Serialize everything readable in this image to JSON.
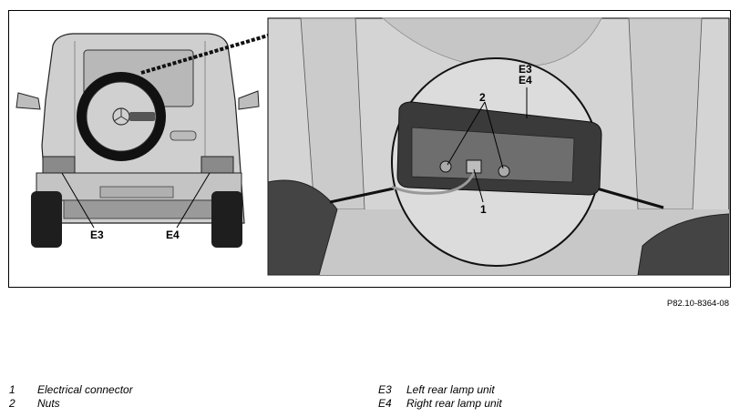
{
  "callouts": {
    "e3_vehicle": "E3",
    "e4_vehicle": "E4",
    "e3_detail": "E3",
    "e4_detail": "E4",
    "item_2": "2",
    "item_1": "1"
  },
  "figure_reference": "P82.10-8364-08",
  "legend": {
    "left": [
      {
        "key": "1",
        "text": "Electrical connector"
      },
      {
        "key": "2",
        "text": "Nuts"
      }
    ],
    "right": [
      {
        "key": "E3",
        "text": "Left rear lamp unit"
      },
      {
        "key": "E4",
        "text": "Right rear lamp unit"
      }
    ]
  }
}
